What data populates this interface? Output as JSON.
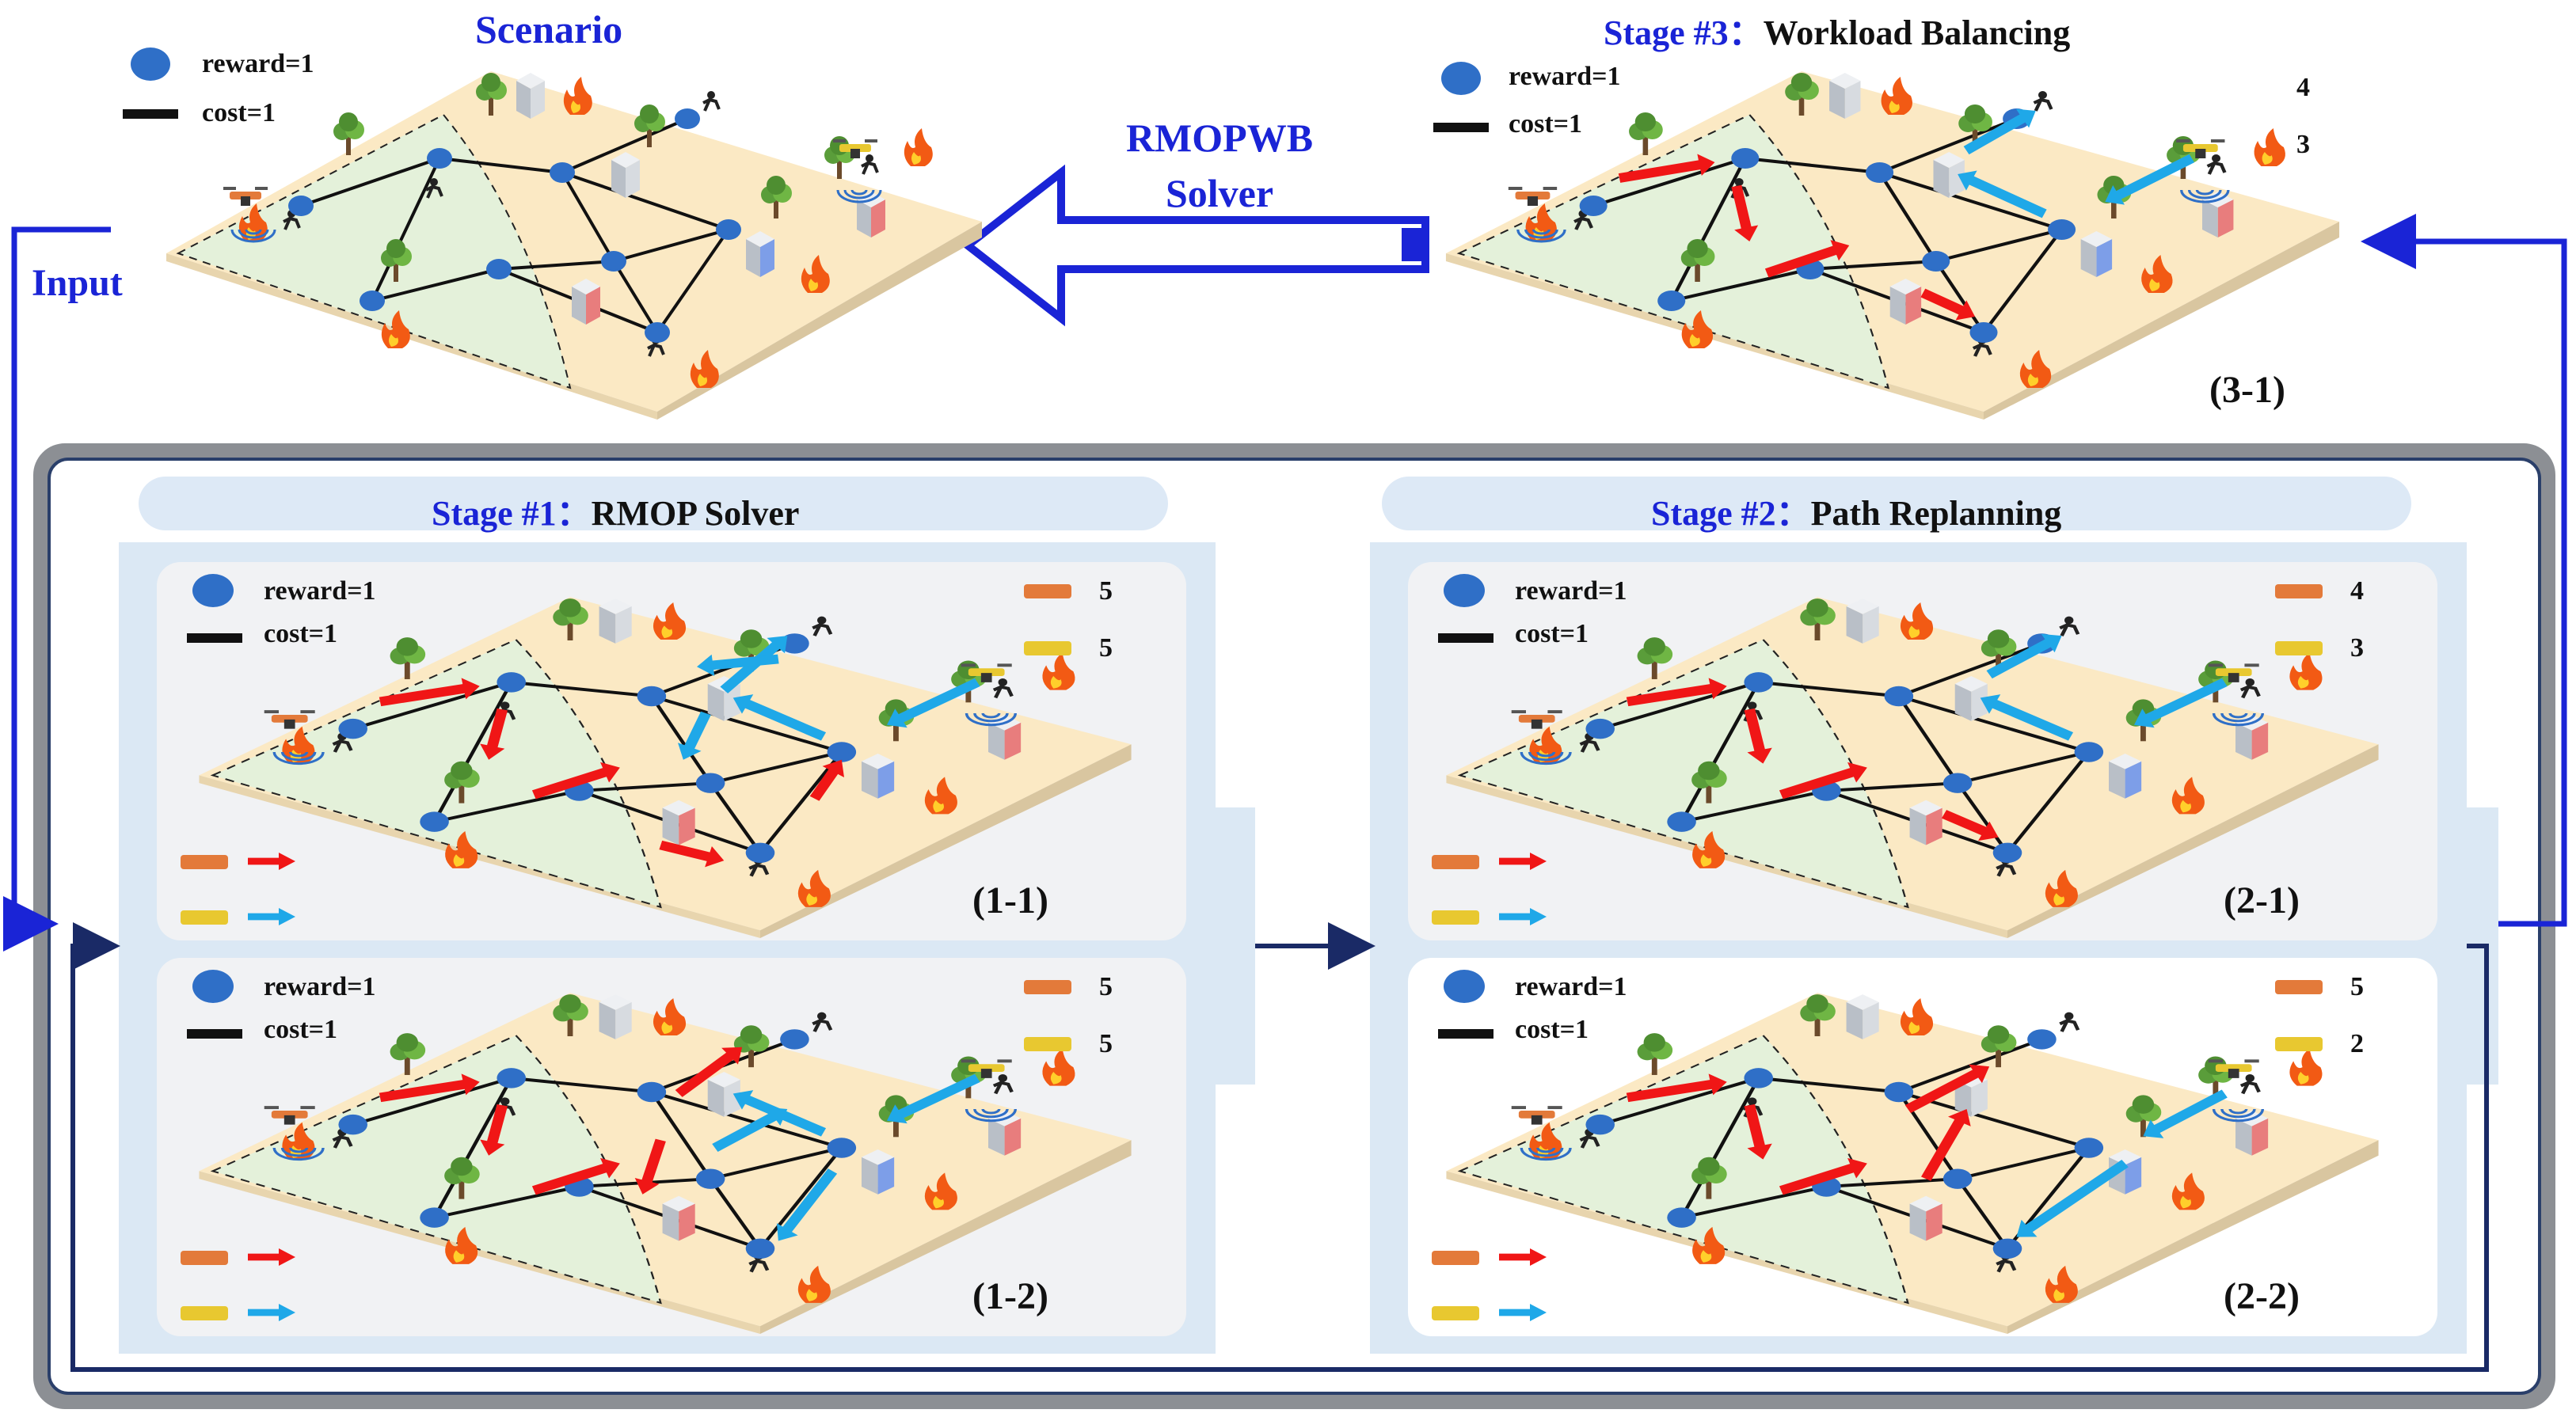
{
  "scenario": {
    "title": "Scenario",
    "reward": "reward=1",
    "cost": "cost=1"
  },
  "input_label": "Input",
  "solver": {
    "line1": "RMOPWB",
    "line2": "Solver"
  },
  "stage3": {
    "title_prefix": "Stage #3：",
    "title_name": "Workload Balancing",
    "reward": "reward=1",
    "cost": "cost=1",
    "count_orange": "4",
    "count_yellow": "3",
    "label": "(3-1)"
  },
  "stage1": {
    "title_prefix": "Stage #1：",
    "title_name": "RMOP Solver",
    "panels": [
      {
        "reward": "reward=1",
        "cost": "cost=1",
        "count_orange": "5",
        "count_yellow": "5",
        "label": "(1-1)"
      },
      {
        "reward": "reward=1",
        "cost": "cost=1",
        "count_orange": "5",
        "count_yellow": "5",
        "label": "(1-2)"
      }
    ]
  },
  "stage2": {
    "title_prefix": "Stage #2：",
    "title_name": "Path Replanning",
    "panels": [
      {
        "reward": "reward=1",
        "cost": "cost=1",
        "count_orange": "4",
        "count_yellow": "3",
        "label": "(2-1)"
      },
      {
        "reward": "reward=1",
        "cost": "cost=1",
        "count_orange": "5",
        "count_yellow": "2",
        "label": "(2-2)"
      }
    ]
  },
  "colors": {
    "blue_title": "#1a24d6",
    "red_arrow": "#f01616",
    "cyan_arrow": "#1fa8e8",
    "node": "#2f6fc7",
    "map_sand": "#fbe9c4",
    "map_green": "#e4f1da",
    "panel_bg": "#dbe8f4",
    "inner_bg": "#f1f2f4",
    "frame_dark": "#2a3f6a"
  },
  "icons": [
    "uav-orange-icon",
    "uav-yellow-icon",
    "tree-icon",
    "fire-icon",
    "building-icon",
    "person-icon",
    "signal-icon"
  ]
}
